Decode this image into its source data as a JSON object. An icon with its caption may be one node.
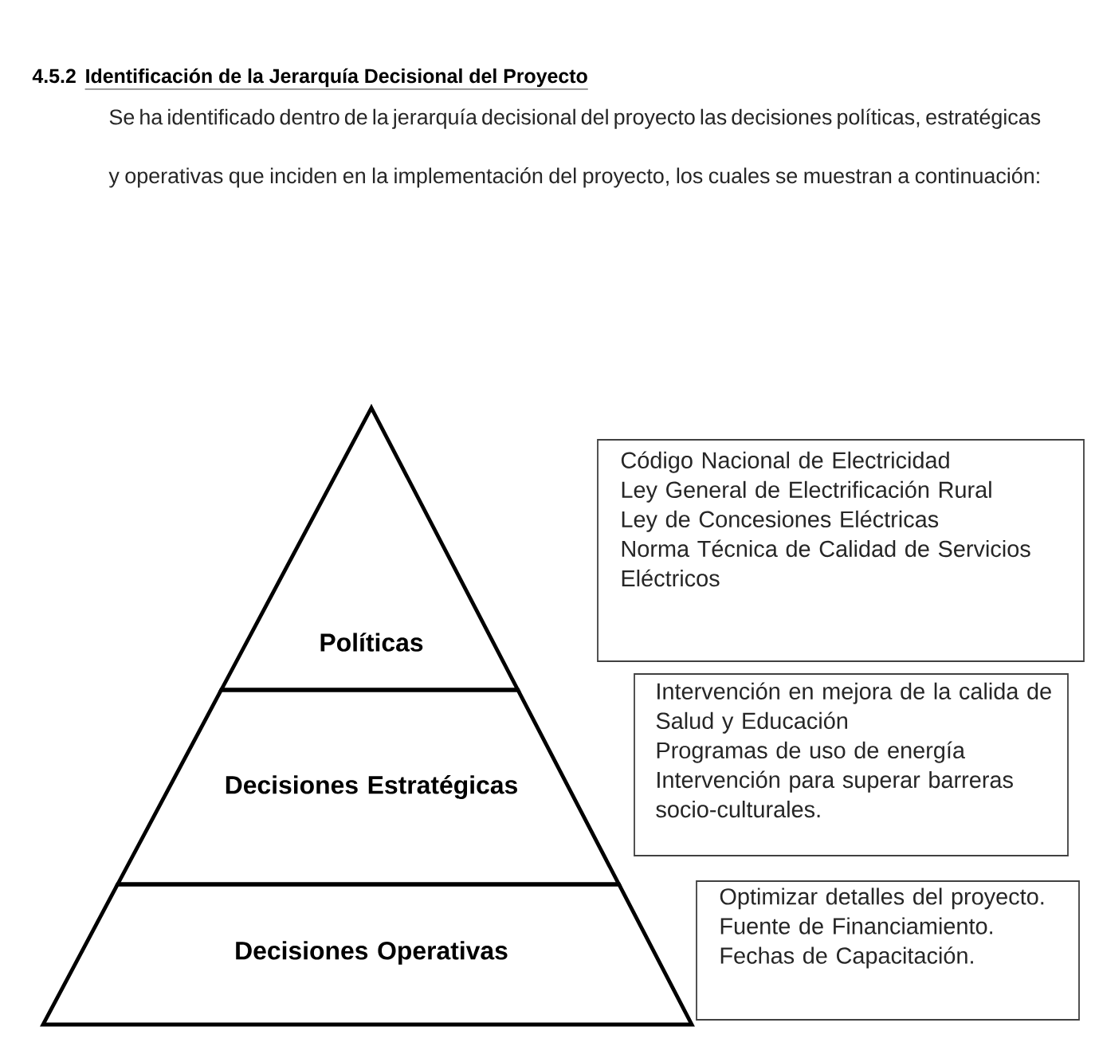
{
  "diagram": {
    "title": "Identificación de la Jerarquía Decisional del Proyecto",
    "nodes": [
      {
        "text": [
          "Políticas"
        ]
      },
      {
        "text": [
          "Decisiones Estratégicas"
        ]
      },
      {
        "text": [
          "Decisiones Operativas"
        ]
      },
      {
        "text": [
          "Código Nacional de Electricidad",
          "Ley General de Electrificación Rural",
          "Ley de Concesiones Eléctricas",
          "Norma Técnica de Calidad de Servicios Eléctricos"
        ]
      },
      {
        "text": [
          "Intervención en mejora de la calida de Salud y Educación",
          "Programas de uso de energía",
          "Intervención para superar barreras socio-culturales."
        ]
      },
      {
        "text": [
          "Optimizar detalles del proyecto.",
          "Fuente de Financiamiento.",
          "Fechas de Capacitación."
        ]
      }
    ],
    "edges": [],
    "labels": [
      "4.5.2",
      "Se ha identificado dentro de la jerarquía decisional del proyecto las decisiones políticas, estratégicas y operativas que inciden en la implementación del proyecto, los cuales se muestran a continuación:"
    ]
  }
}
